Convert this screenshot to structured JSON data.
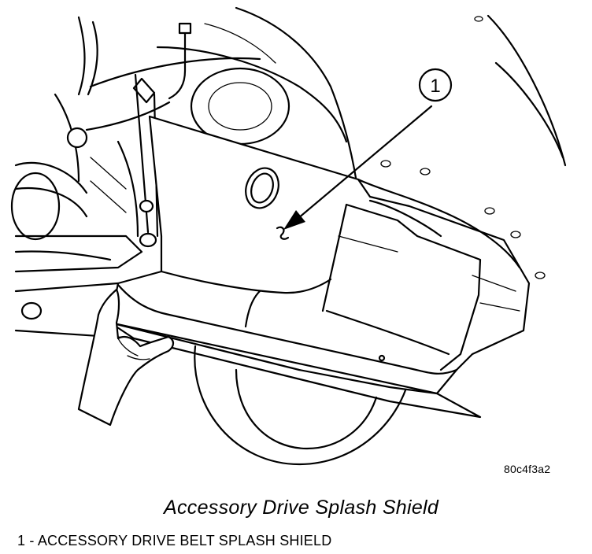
{
  "callout": {
    "number": "1"
  },
  "figure": {
    "code": "80c4f3a2",
    "caption": "Accessory Drive Splash Shield"
  },
  "legend": {
    "items": [
      {
        "text": "1 - ACCESSORY DRIVE BELT SPLASH SHIELD"
      }
    ]
  }
}
